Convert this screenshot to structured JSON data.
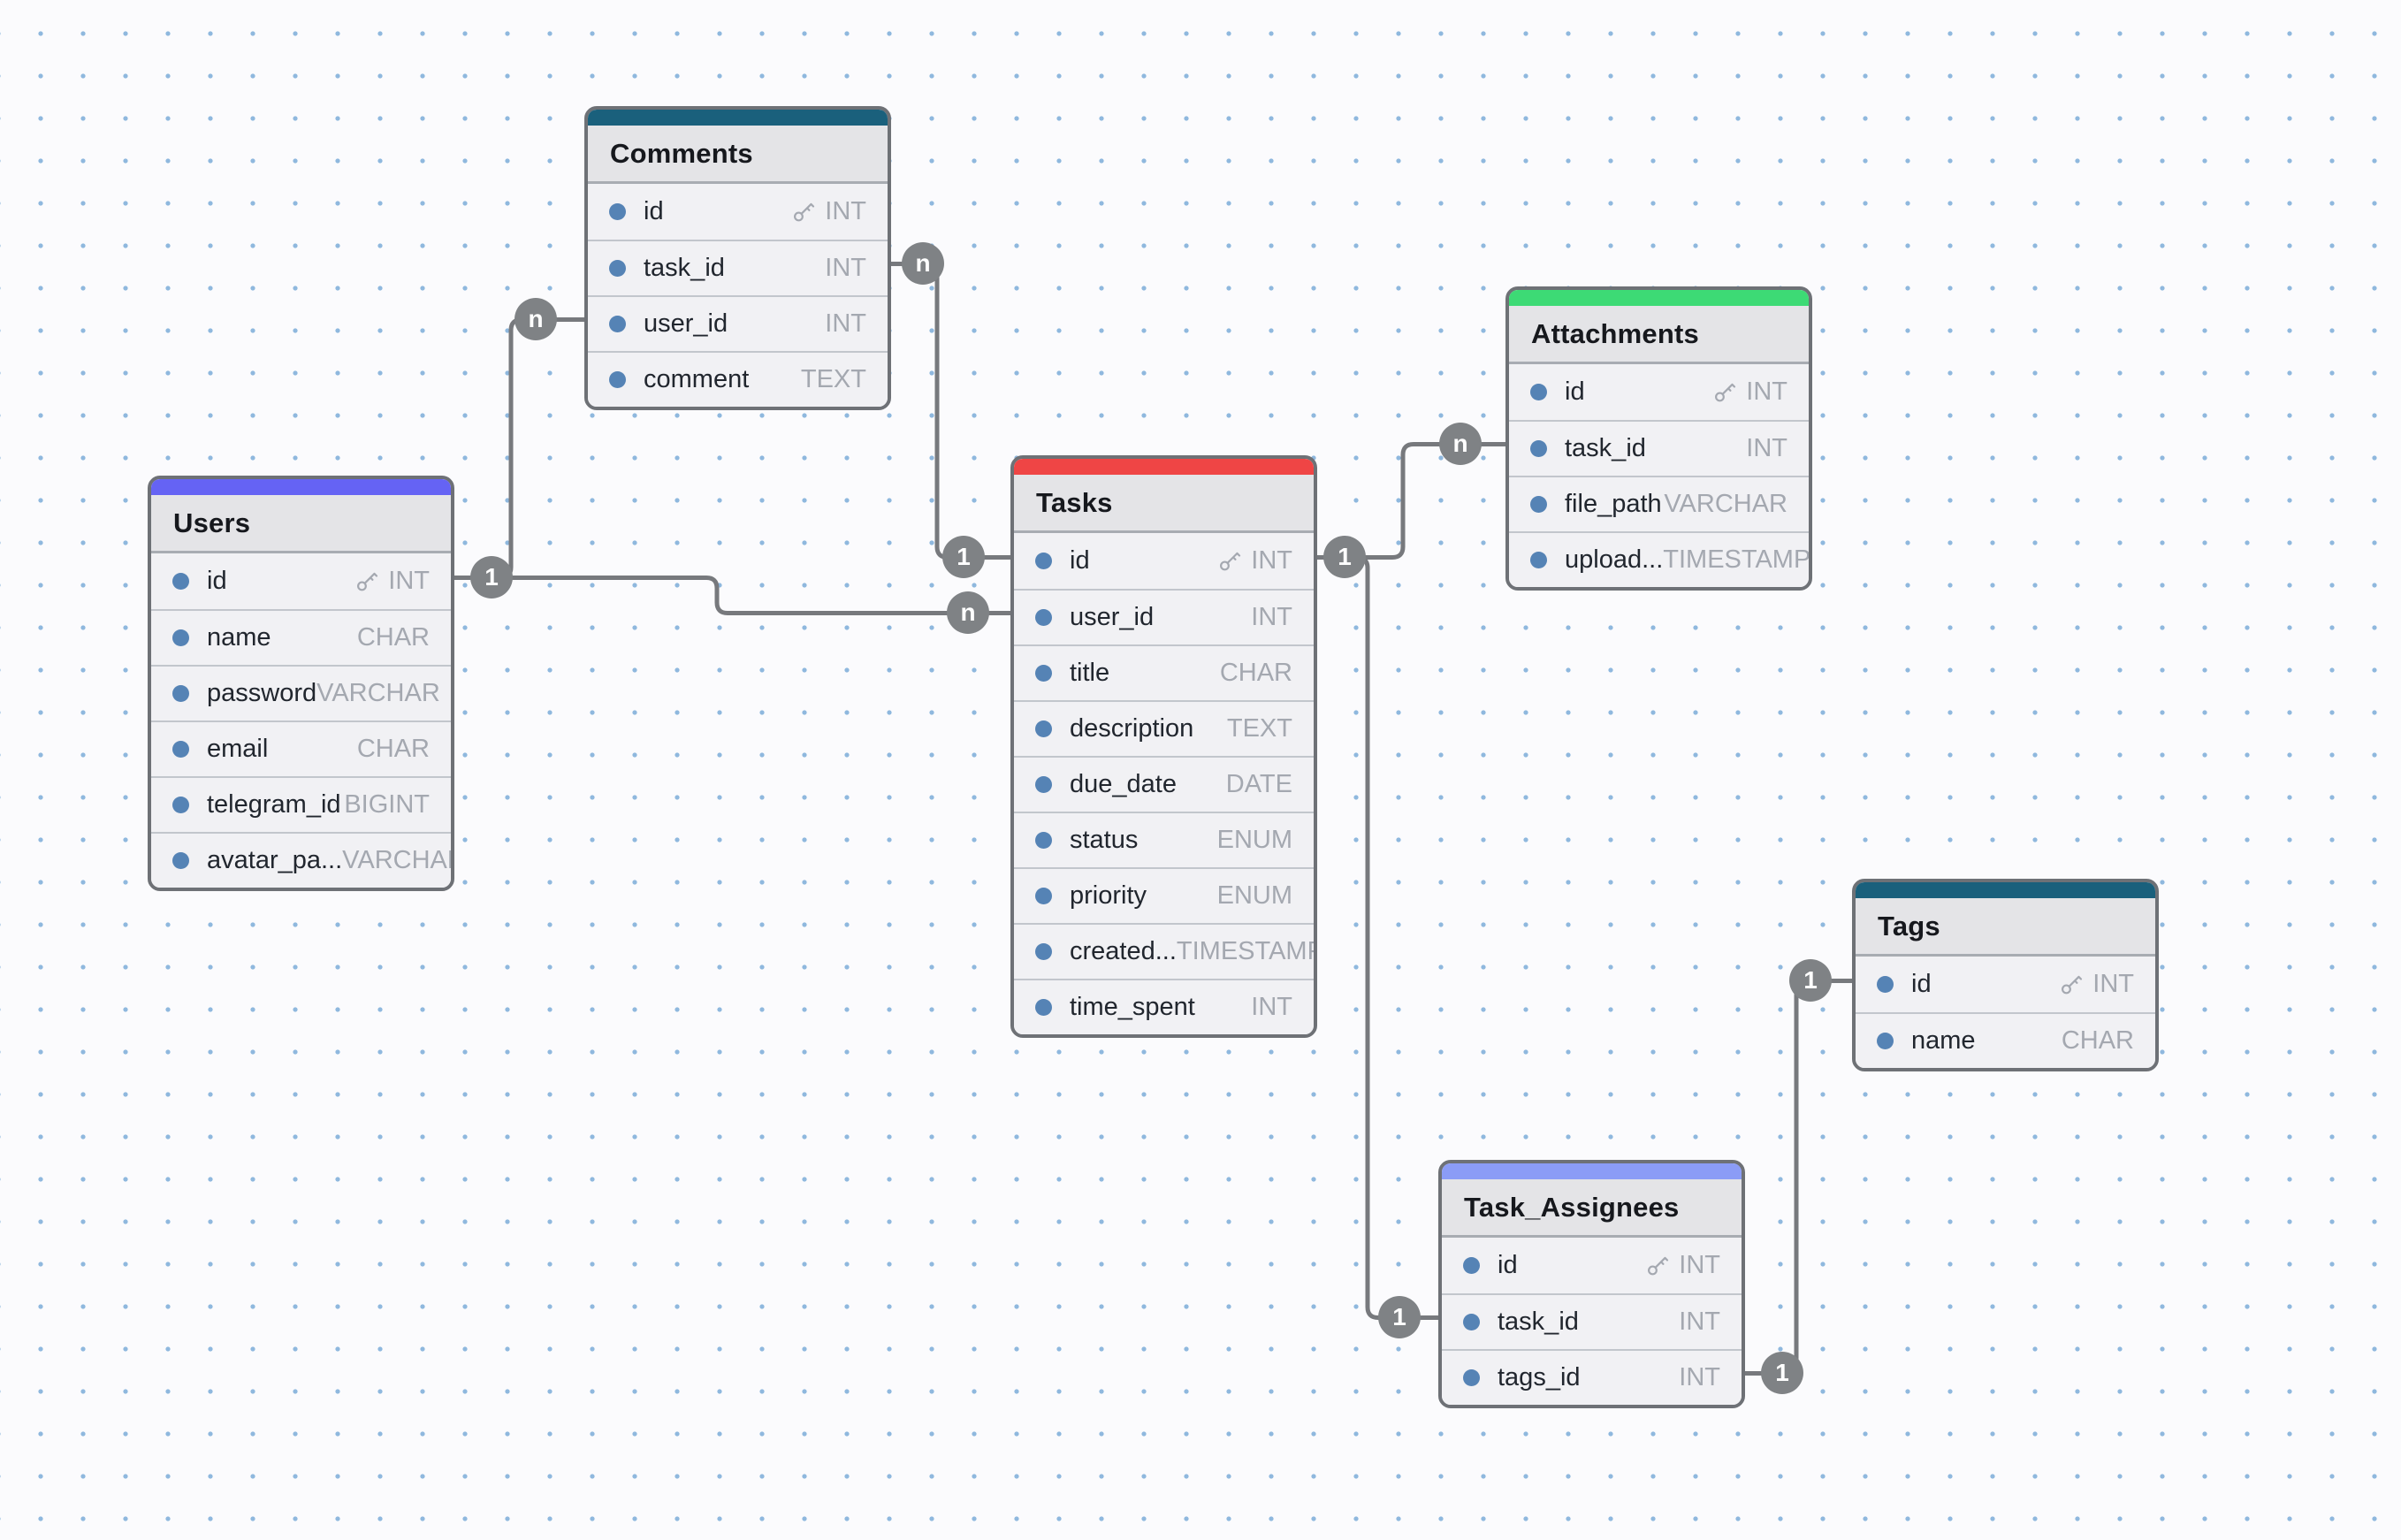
{
  "diagram": {
    "background_color": "#fbfbfd",
    "grid_dot_color": "#8fb8de",
    "wire_color": "#77797d",
    "bubble_color": "#7f8285"
  },
  "tables": {
    "comments": {
      "name": "Comments",
      "accent": "#1a607c",
      "fields": [
        {
          "name": "id",
          "type": "INT",
          "pk": true
        },
        {
          "name": "task_id",
          "type": "INT"
        },
        {
          "name": "user_id",
          "type": "INT"
        },
        {
          "name": "comment",
          "type": "TEXT"
        }
      ]
    },
    "users": {
      "name": "Users",
      "accent": "#6563f4",
      "fields": [
        {
          "name": "id",
          "type": "INT",
          "pk": true
        },
        {
          "name": "name",
          "type": "CHAR"
        },
        {
          "name": "password",
          "type": "VARCHAR"
        },
        {
          "name": "email",
          "type": "CHAR"
        },
        {
          "name": "telegram_id",
          "type": "BIGINT"
        },
        {
          "name": "avatar_pa...",
          "type": "VARCHAR"
        }
      ]
    },
    "tasks": {
      "name": "Tasks",
      "accent": "#ef4545",
      "fields": [
        {
          "name": "id",
          "type": "INT",
          "pk": true
        },
        {
          "name": "user_id",
          "type": "INT"
        },
        {
          "name": "title",
          "type": "CHAR"
        },
        {
          "name": "description",
          "type": "TEXT"
        },
        {
          "name": "due_date",
          "type": "DATE"
        },
        {
          "name": "status",
          "type": "ENUM"
        },
        {
          "name": "priority",
          "type": "ENUM"
        },
        {
          "name": "created...",
          "type": "TIMESTAMP"
        },
        {
          "name": "time_spent",
          "type": "INT"
        }
      ]
    },
    "attachments": {
      "name": "Attachments",
      "accent": "#3dda75",
      "fields": [
        {
          "name": "id",
          "type": "INT",
          "pk": true
        },
        {
          "name": "task_id",
          "type": "INT"
        },
        {
          "name": "file_path",
          "type": "VARCHAR"
        },
        {
          "name": "upload...",
          "type": "TIMESTAMP"
        }
      ]
    },
    "tags": {
      "name": "Tags",
      "accent": "#1a607c",
      "fields": [
        {
          "name": "id",
          "type": "INT",
          "pk": true
        },
        {
          "name": "name",
          "type": "CHAR"
        }
      ]
    },
    "task_assignees": {
      "name": "Task_Assignees",
      "accent": "#8b9cf6",
      "fields": [
        {
          "name": "id",
          "type": "INT",
          "pk": true
        },
        {
          "name": "task_id",
          "type": "INT"
        },
        {
          "name": "tags_id",
          "type": "INT"
        }
      ]
    }
  },
  "relationships": [
    {
      "table_a": "Users",
      "field_a": "id",
      "label_a": "1",
      "table_b": "Comments",
      "field_b": "user_id",
      "label_b": "n"
    },
    {
      "table_a": "Users",
      "field_a": "id",
      "label_a": "1",
      "table_b": "Tasks",
      "field_b": "user_id",
      "label_b": "n"
    },
    {
      "table_a": "Comments",
      "field_a": "task_id",
      "label_a": "n",
      "table_b": "Tasks",
      "field_b": "id",
      "label_b": "1"
    },
    {
      "table_a": "Tasks",
      "field_a": "id",
      "label_a": "1",
      "table_b": "Attachments",
      "field_b": "task_id",
      "label_b": "n"
    },
    {
      "table_a": "Tasks",
      "field_a": "id",
      "label_a": "1",
      "table_b": "Task_Assignees",
      "field_b": "task_id",
      "label_b": "1"
    },
    {
      "table_a": "Task_Assignees",
      "field_a": "tags_id",
      "label_a": "1",
      "table_b": "Tags",
      "field_b": "id",
      "label_b": "1"
    }
  ]
}
